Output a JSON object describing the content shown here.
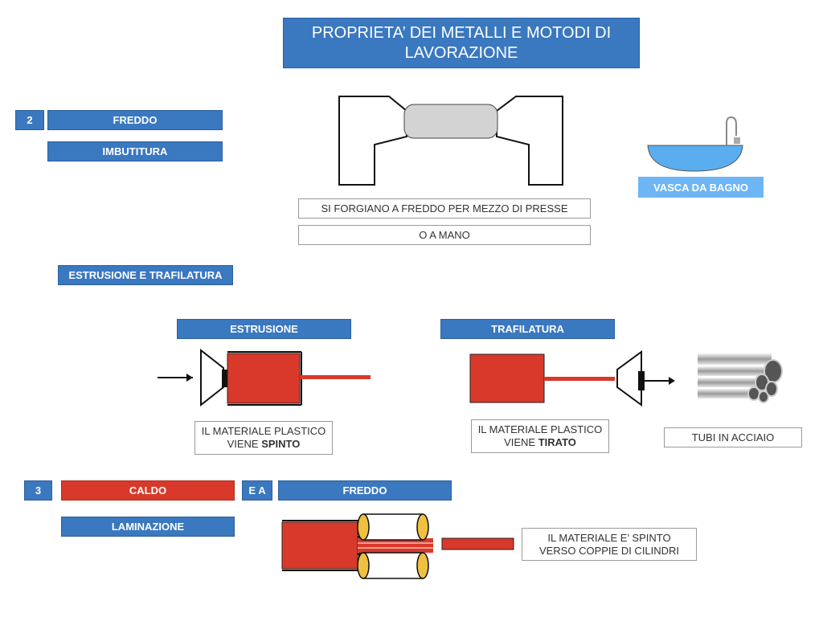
{
  "title": {
    "line1": "PROPRIETA’ DEI METALLI E MOTODI DI",
    "line2": "LAVORAZIONE"
  },
  "section2": {
    "number": "2",
    "label": "FREDDO",
    "process": "IMBUTITURA"
  },
  "forging": {
    "line1": "SI FORGIANO A FREDDO PER MEZZO DI PRESSE",
    "line2": "O A MANO"
  },
  "bath": {
    "label": "VASCA DA BAGNO"
  },
  "extrusion_header": "ESTRUSIONE E TRAFILATURA",
  "estrusione": {
    "label": "ESTRUSIONE",
    "desc_line1": "IL MATERIALE PLASTICO",
    "desc_line2_prefix": "VIENE ",
    "desc_line2_bold": "SPINTO"
  },
  "trafilatura": {
    "label": "TRAFILATURA",
    "desc_line1": "IL MATERIALE PLASTICO",
    "desc_line2_prefix": "VIENE ",
    "desc_line2_bold": "TIRATO"
  },
  "tubes": {
    "label": "TUBI IN ACCIAIO"
  },
  "section3": {
    "number": "3",
    "hot": "CALDO",
    "connector": "E A",
    "cold": "FREDDO",
    "process": "LAMINAZIONE"
  },
  "lamination": {
    "line1": "IL MATERIALE E’ SPINTO",
    "line2": "VERSO COPPIE DI CILINDRI"
  },
  "colors": {
    "blue": "#3a78c0",
    "red": "#d9392a",
    "lightblue": "#6db5f5",
    "yellow": "#f0c040"
  }
}
